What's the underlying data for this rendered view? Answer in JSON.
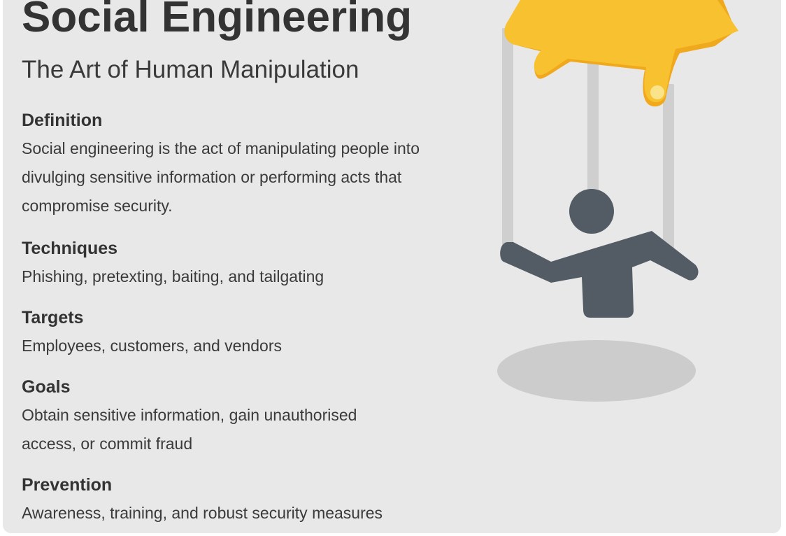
{
  "header": {
    "title": "Social Engineering",
    "subtitle": "The Art of Human Manipulation"
  },
  "sections": [
    {
      "heading": "Definition",
      "body": "Social engineering is the act of manipulating people into divulging sensitive information or performing acts that compromise security."
    },
    {
      "heading": "Techniques",
      "body": "Phishing, pretexting, baiting, and tailgating"
    },
    {
      "heading": "Targets",
      "body": "Employees, customers, and vendors"
    },
    {
      "heading": "Goals",
      "body": "Obtain sensitive information, gain unauthorised access, or commit fraud"
    },
    {
      "heading": "Prevention",
      "body": "Awareness, training, and robust security measures"
    }
  ],
  "illustration": {
    "icon": "puppeteer-hand-icon",
    "colors": {
      "hand": "#f7c12f",
      "hand_shadow": "#f0a81c",
      "strings": "#cfcfcf",
      "puppet": "#535c64",
      "shadow": "#cccccc",
      "background": "#e8e8e8"
    }
  }
}
